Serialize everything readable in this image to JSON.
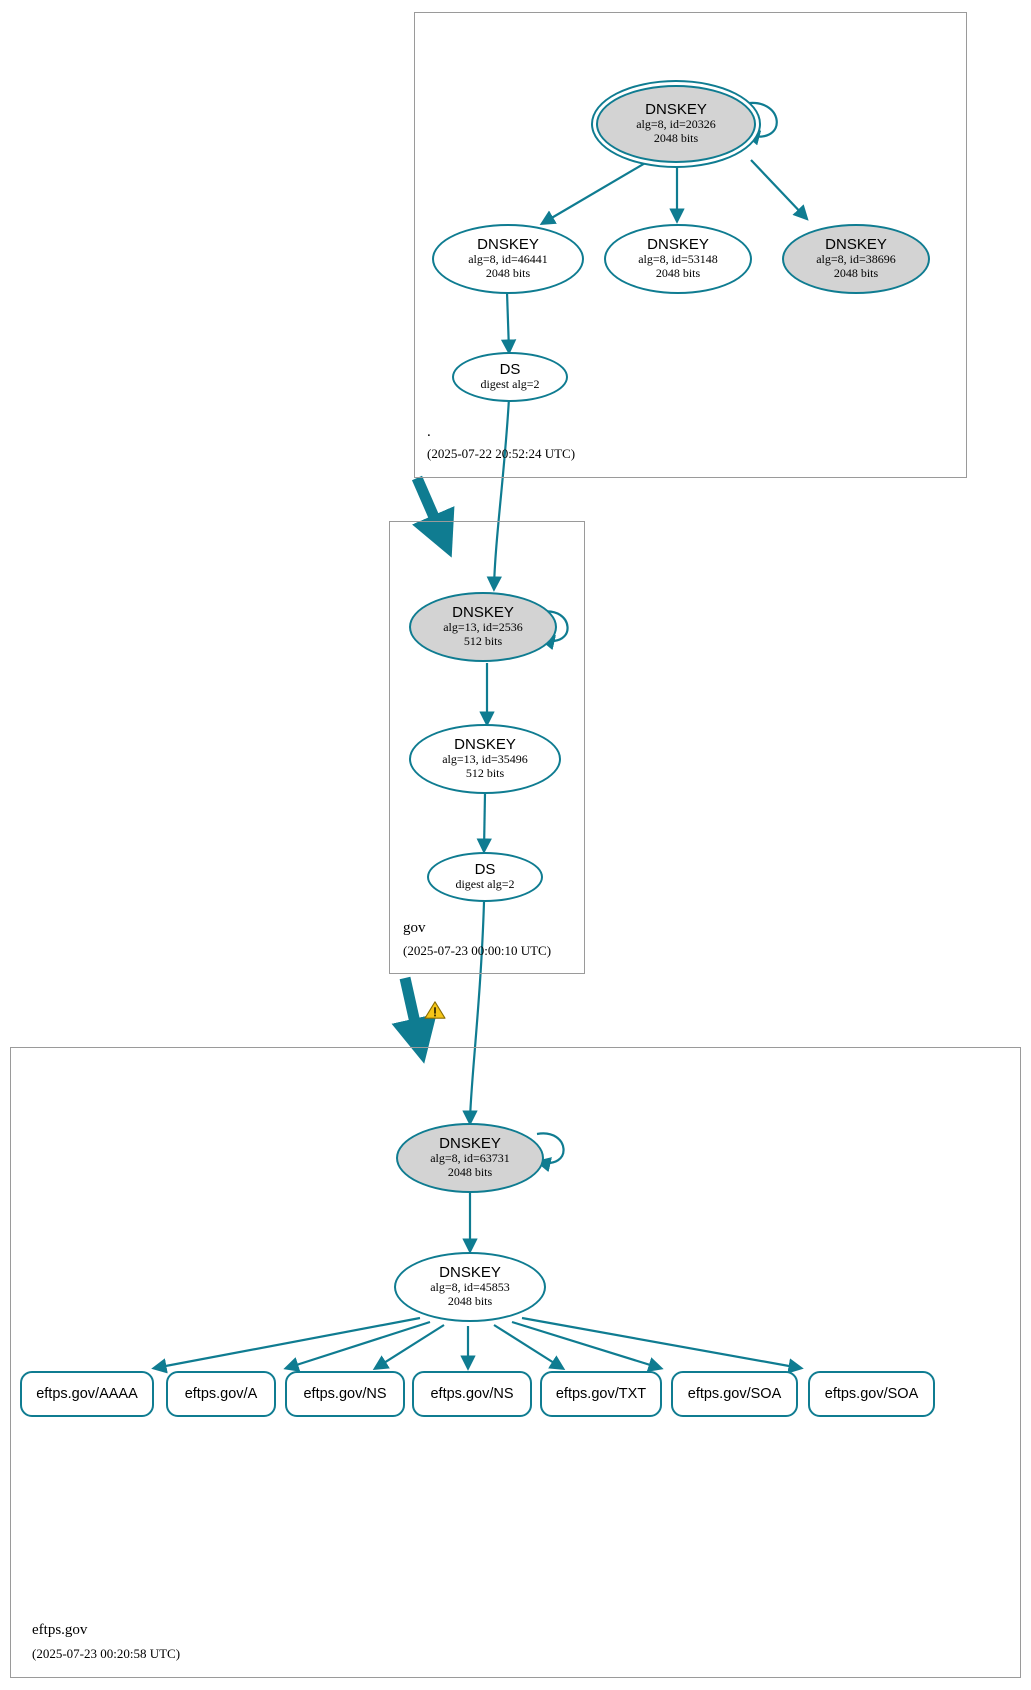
{
  "diagram": {
    "type": "dnssec-authentication-chain",
    "domain": "eftps.gov",
    "colors": {
      "edge": "#0f7c91",
      "node_border": "#0f7c91",
      "node_shaded_fill": "#d3d3d3",
      "node_fill": "#ffffff",
      "zone_border": "#9a9a9a",
      "warning": "#f5c518",
      "background": "#ffffff"
    }
  },
  "zones": [
    {
      "id": "root",
      "name": ".",
      "timestamp": "(2025-07-22 20:52:24 UTC)",
      "nodes": [
        {
          "id": "root-ksk-20326",
          "kind": "DNSKEY",
          "title": "DNSKEY",
          "line2": "alg=8, id=20326",
          "line3": "2048 bits",
          "alg": 8,
          "key_id": 20326,
          "bits": 2048,
          "shaded": true,
          "trust_anchor": true,
          "self_signed": true
        },
        {
          "id": "root-zsk-46441",
          "kind": "DNSKEY",
          "title": "DNSKEY",
          "line2": "alg=8, id=46441",
          "line3": "2048 bits",
          "alg": 8,
          "key_id": 46441,
          "bits": 2048,
          "shaded": false,
          "trust_anchor": false,
          "self_signed": false
        },
        {
          "id": "root-zsk-53148",
          "kind": "DNSKEY",
          "title": "DNSKEY",
          "line2": "alg=8, id=53148",
          "line3": "2048 bits",
          "alg": 8,
          "key_id": 53148,
          "bits": 2048,
          "shaded": false,
          "trust_anchor": false,
          "self_signed": false
        },
        {
          "id": "root-zsk-38696",
          "kind": "DNSKEY",
          "title": "DNSKEY",
          "line2": "alg=8, id=38696",
          "line3": "2048 bits",
          "alg": 8,
          "key_id": 38696,
          "bits": 2048,
          "shaded": true,
          "trust_anchor": false,
          "self_signed": false
        },
        {
          "id": "root-ds-gov",
          "kind": "DS",
          "title": "DS",
          "line2": "digest alg=2",
          "line3": "",
          "digest_alg": 2,
          "shaded": false
        }
      ]
    },
    {
      "id": "gov",
      "name": "gov",
      "timestamp": "(2025-07-23 00:00:10 UTC)",
      "nodes": [
        {
          "id": "gov-ksk-2536",
          "kind": "DNSKEY",
          "title": "DNSKEY",
          "line2": "alg=13, id=2536",
          "line3": "512 bits",
          "alg": 13,
          "key_id": 2536,
          "bits": 512,
          "shaded": true,
          "self_signed": true
        },
        {
          "id": "gov-zsk-35496",
          "kind": "DNSKEY",
          "title": "DNSKEY",
          "line2": "alg=13, id=35496",
          "line3": "512 bits",
          "alg": 13,
          "key_id": 35496,
          "bits": 512,
          "shaded": false,
          "self_signed": false
        },
        {
          "id": "gov-ds-eftps",
          "kind": "DS",
          "title": "DS",
          "line2": "digest alg=2",
          "line3": "",
          "digest_alg": 2,
          "shaded": false
        }
      ]
    },
    {
      "id": "eftps-gov",
      "name": "eftps.gov",
      "timestamp": "(2025-07-23 00:20:58 UTC)",
      "nodes": [
        {
          "id": "eftps-ksk-63731",
          "kind": "DNSKEY",
          "title": "DNSKEY",
          "line2": "alg=8, id=63731",
          "line3": "2048 bits",
          "alg": 8,
          "key_id": 63731,
          "bits": 2048,
          "shaded": true,
          "self_signed": true
        },
        {
          "id": "eftps-zsk-45853",
          "kind": "DNSKEY",
          "title": "DNSKEY",
          "line2": "alg=8, id=45853",
          "line3": "2048 bits",
          "alg": 8,
          "key_id": 45853,
          "bits": 2048,
          "shaded": false,
          "self_signed": false
        }
      ],
      "rrsets": [
        {
          "id": "rr-aaaa",
          "label": "eftps.gov/AAAA"
        },
        {
          "id": "rr-a",
          "label": "eftps.gov/A"
        },
        {
          "id": "rr-ns1",
          "label": "eftps.gov/NS"
        },
        {
          "id": "rr-ns2",
          "label": "eftps.gov/NS"
        },
        {
          "id": "rr-txt",
          "label": "eftps.gov/TXT"
        },
        {
          "id": "rr-soa1",
          "label": "eftps.gov/SOA"
        },
        {
          "id": "rr-soa2",
          "label": "eftps.gov/SOA"
        }
      ]
    }
  ],
  "warnings": [
    {
      "id": "delegation-warning-gov-eftps",
      "icon": "warning-triangle-icon",
      "between": "gov -> eftps.gov"
    }
  ]
}
